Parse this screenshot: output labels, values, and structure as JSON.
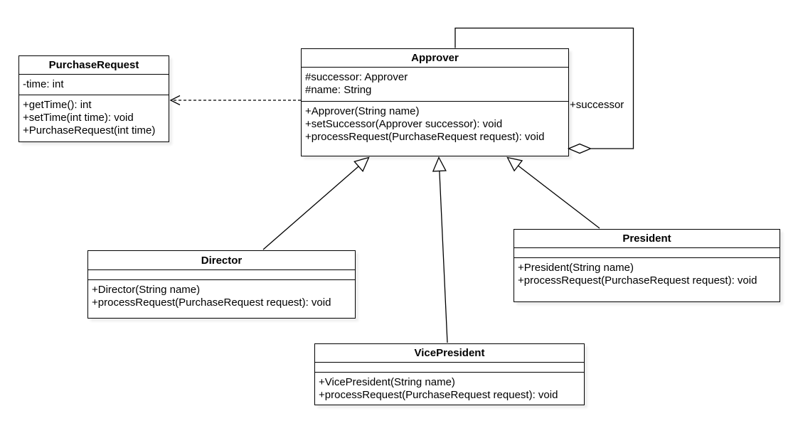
{
  "diagram": {
    "type": "uml-class-diagram",
    "classes": {
      "purchase_request": {
        "name": "PurchaseRequest",
        "attributes": [
          "-time: int"
        ],
        "methods": [
          "+getTime(): int",
          "+setTime(int time): void",
          "+PurchaseRequest(int time)"
        ]
      },
      "approver": {
        "name": "Approver",
        "attributes": [
          "#successor: Approver",
          "#name: String"
        ],
        "methods": [
          "+Approver(String name)",
          "+setSuccessor(Approver successor): void",
          "+processRequest(PurchaseRequest request): void"
        ]
      },
      "director": {
        "name": "Director",
        "attributes": [],
        "methods": [
          "+Director(String name)",
          "+processRequest(PurchaseRequest request): void"
        ]
      },
      "vice_president": {
        "name": "VicePresident",
        "attributes": [],
        "methods": [
          "+VicePresident(String name)",
          "+processRequest(PurchaseRequest request): void"
        ]
      },
      "president": {
        "name": "President",
        "attributes": [],
        "methods": [
          "+President(String name)",
          "+processRequest(PurchaseRequest request): void"
        ]
      }
    },
    "relationships": [
      {
        "type": "dependency",
        "from": "Approver",
        "to": "PurchaseRequest",
        "label": ""
      },
      {
        "type": "generalization",
        "from": "Director",
        "to": "Approver",
        "label": ""
      },
      {
        "type": "generalization",
        "from": "VicePresident",
        "to": "Approver",
        "label": ""
      },
      {
        "type": "generalization",
        "from": "President",
        "to": "Approver",
        "label": ""
      },
      {
        "type": "aggregation",
        "from": "Approver",
        "to": "Approver",
        "label": "+successor"
      }
    ],
    "colors": {
      "stroke": "#000000",
      "fill": "#ffffff",
      "background": "#ffffff"
    }
  }
}
